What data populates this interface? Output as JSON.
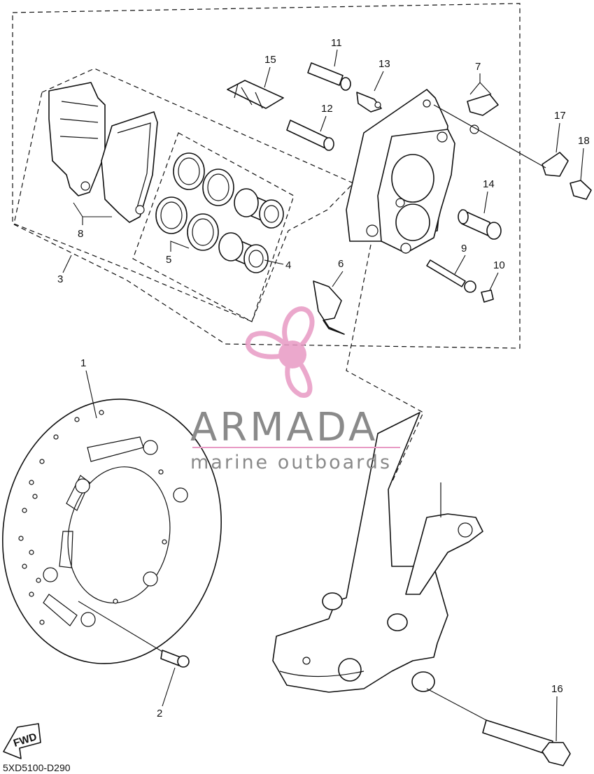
{
  "callouts": [
    {
      "id": "1",
      "label": "1"
    },
    {
      "id": "2",
      "label": "2"
    },
    {
      "id": "3",
      "label": "3"
    },
    {
      "id": "4",
      "label": "4"
    },
    {
      "id": "5",
      "label": "5"
    },
    {
      "id": "6",
      "label": "6"
    },
    {
      "id": "7",
      "label": "7"
    },
    {
      "id": "8",
      "label": "8"
    },
    {
      "id": "9",
      "label": "9"
    },
    {
      "id": "10",
      "label": "10"
    },
    {
      "id": "11",
      "label": "11"
    },
    {
      "id": "12",
      "label": "12"
    },
    {
      "id": "13",
      "label": "13"
    },
    {
      "id": "14",
      "label": "14"
    },
    {
      "id": "15",
      "label": "15"
    },
    {
      "id": "16",
      "label": "16"
    },
    {
      "id": "17",
      "label": "17"
    },
    {
      "id": "18",
      "label": "18"
    }
  ],
  "fwd_label": "FWD",
  "diagram_code": "5XD5100-D290",
  "watermark": {
    "title": "ARMADA",
    "subtitle": "marine outboards",
    "colors": {
      "logo": "#e89ac4",
      "text": "#8a8a8a",
      "rule": "#e89ac4"
    }
  }
}
